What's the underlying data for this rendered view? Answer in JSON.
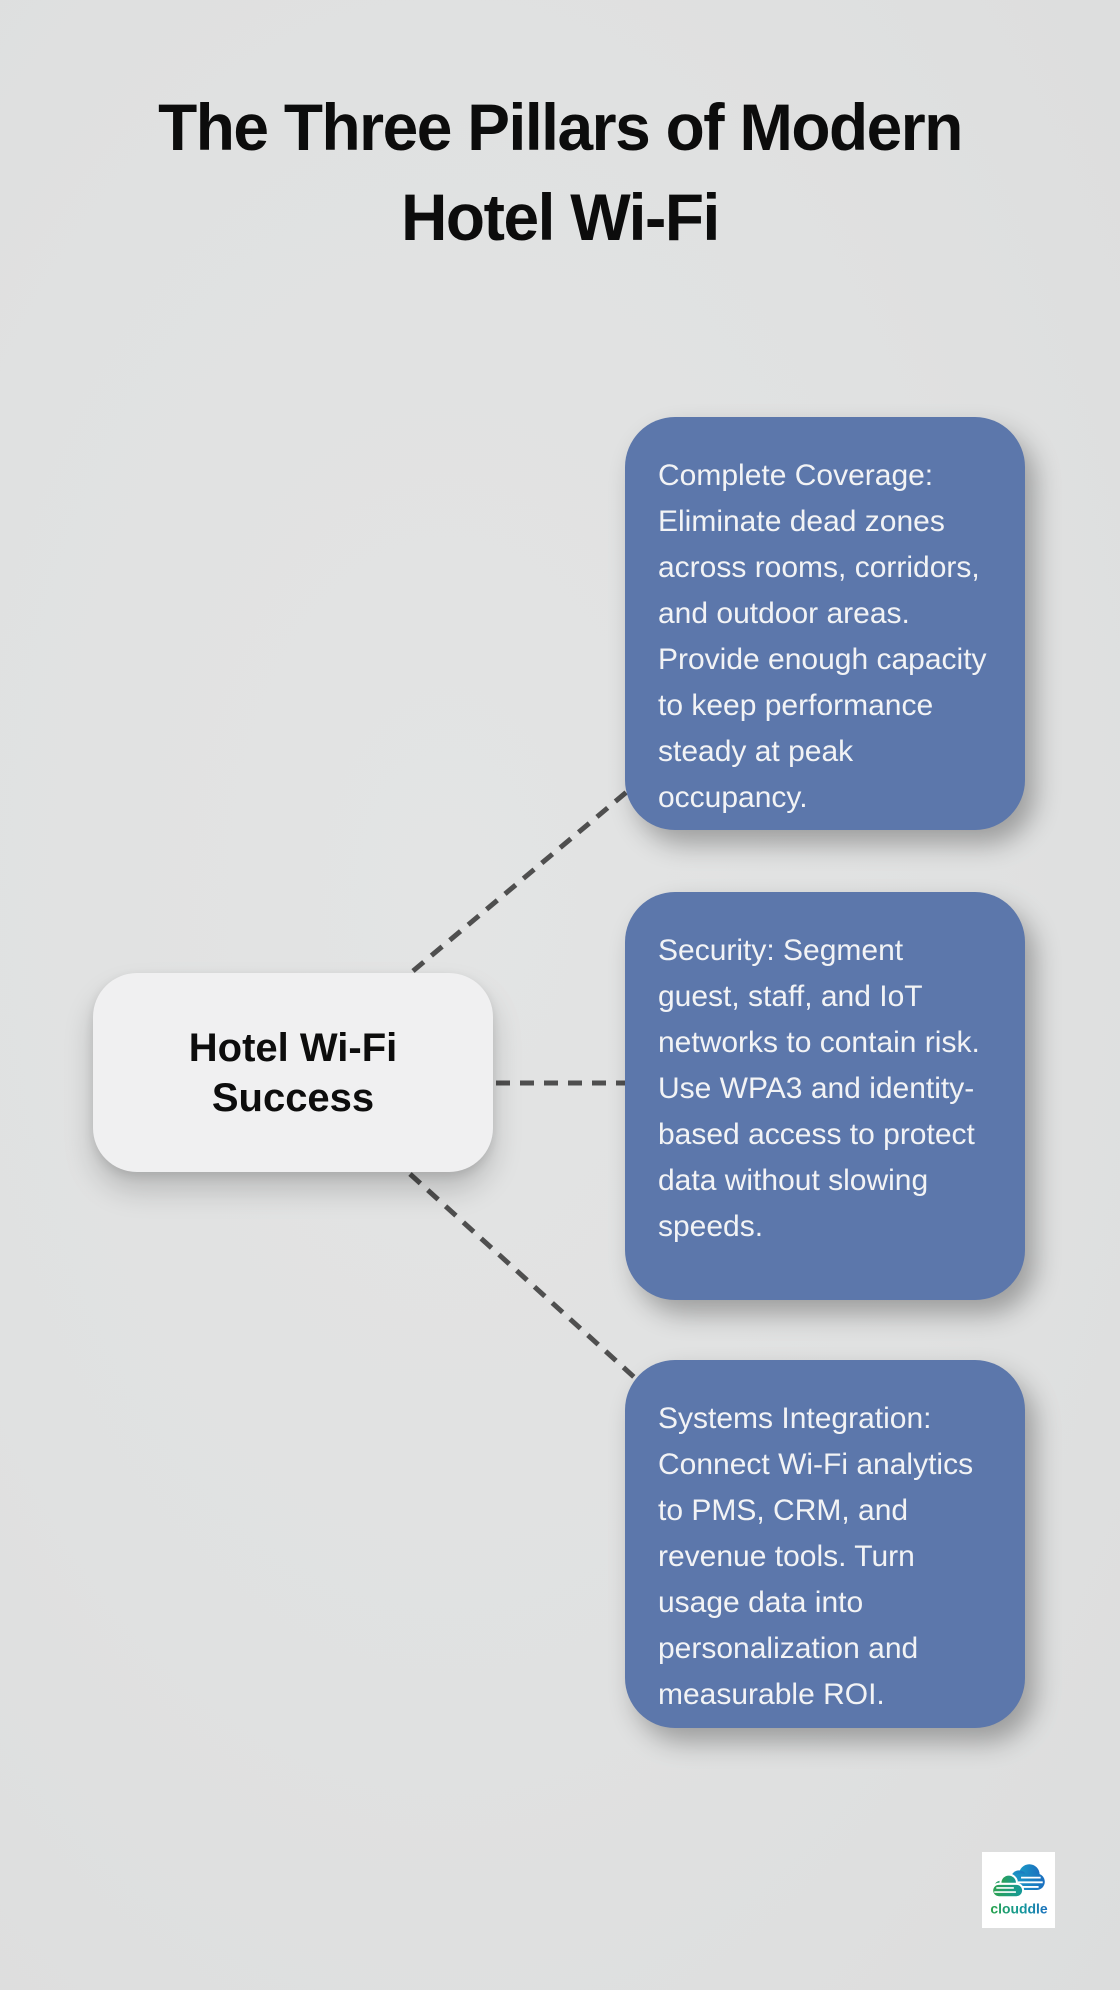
{
  "title": {
    "lines": [
      "The Three Pillars of Modern",
      "Hotel Wi-Fi"
    ]
  },
  "center_node": {
    "label": "Hotel Wi-Fi Success"
  },
  "pillars": [
    {
      "name": "Complete Coverage",
      "text": "Complete Coverage: Eliminate dead zones across rooms, corridors, and outdoor areas. Provide enough capacity to keep performance steady at peak occupancy."
    },
    {
      "name": "Security",
      "text": "Security: Segment guest, staff, and IoT networks to contain risk. Use WPA3 and identity-based access to protect data without slowing speeds."
    },
    {
      "name": "Systems Integration",
      "text": "Systems Integration: Connect Wi-Fi analytics to PMS, CRM, and revenue tools. Turn usage data into personalization and measurable ROI."
    }
  ],
  "logo": {
    "brand": "clouddle"
  },
  "colors": {
    "background": "#e0e1e1",
    "pillar_blue": "#5c77ab",
    "center_node_fill": "#f0f0f1",
    "connector_gray": "#4f4f4f",
    "title_text": "#0c0c0c",
    "pillar_text": "#f2f3f5",
    "logo_green": "#2ea24f",
    "logo_teal": "#13989b",
    "logo_blue": "#1b6fbf"
  }
}
